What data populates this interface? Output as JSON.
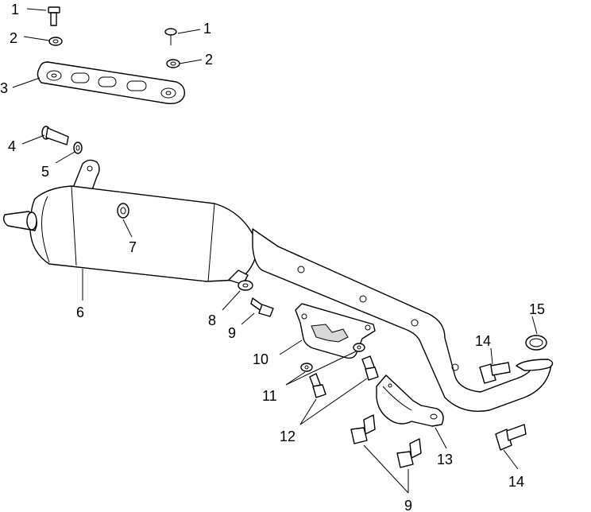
{
  "callouts": {
    "c1a": "1",
    "c1b": "1",
    "c2a": "2",
    "c2b": "2",
    "c3": "3",
    "c4": "4",
    "c5": "5",
    "c6": "6",
    "c7": "7",
    "c8": "8",
    "c9a": "9",
    "c9b": "9",
    "c10": "10",
    "c11": "11",
    "c12": "12",
    "c13": "13",
    "c14a": "14",
    "c14b": "14",
    "c15": "15"
  }
}
